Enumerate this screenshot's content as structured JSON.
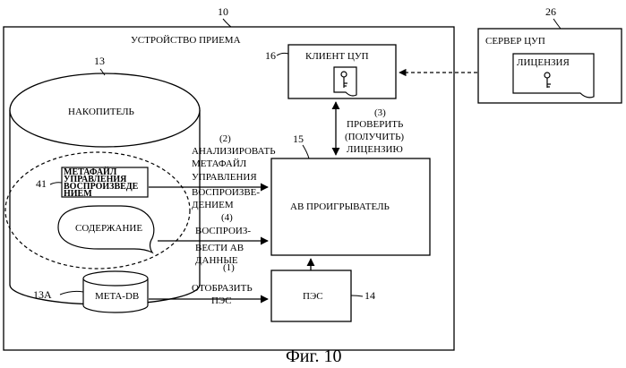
{
  "figure_caption": "Фиг. 10",
  "reception_device": {
    "ref": "10",
    "title": "УСТРОЙСТВО ПРИЕМА"
  },
  "drm_server": {
    "ref": "26",
    "title": "СЕРВЕР ЦУП",
    "license_label": "ЛИЦЕНЗИЯ"
  },
  "drm_client": {
    "ref": "16",
    "title": "КЛИЕНТ ЦУП"
  },
  "storage": {
    "ref": "13",
    "title": "НАКОПИТЕЛЬ"
  },
  "playlist_metafile": {
    "ref": "41",
    "lines": [
      "МЕТАФАЙЛ",
      "УПРАВЛЕНИЯ",
      "ВОСПРОИЗВЕДЕ",
      "НИЕМ"
    ]
  },
  "content": {
    "label": "СОДЕРЖАНИЕ"
  },
  "meta_db": {
    "ref": "13A",
    "label": "META-DB"
  },
  "av_player": {
    "ref": "15",
    "title": "АВ ПРОИГРЫВАТЕЛЬ"
  },
  "epg": {
    "ref": "14",
    "title": "ПЭС"
  },
  "steps": {
    "check_license": {
      "lines": [
        "(3)",
        "ПРОВЕРИТЬ",
        "(ПОЛУЧИТЬ)",
        "ЛИЦЕНЗИЮ"
      ]
    },
    "analyze": {
      "lines": [
        "(2)",
        "АНАЛИЗИРОВАТЬ",
        "МЕТАФАЙЛ",
        "УПРАВЛЕНИЯ",
        "ВОСПРОИЗВЕ-",
        "ДЕНИЕМ"
      ]
    },
    "play": {
      "lines": [
        "(4)",
        "ВОСПРОИЗ-",
        "ВЕСТИ АВ",
        "ДАННЫЕ"
      ]
    },
    "display": {
      "lines": [
        "(1)",
        "ОТОБРАЗИТЬ",
        "ПЭС"
      ]
    }
  }
}
